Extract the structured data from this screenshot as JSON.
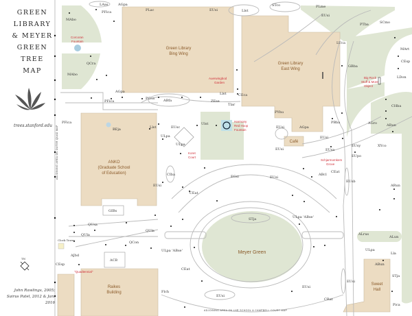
{
  "title": {
    "lines": [
      "GREEN",
      "LIBRARY",
      "& MEYER",
      "GREEN",
      "TREE",
      "MAP"
    ]
  },
  "website": "trees.stanford.edu",
  "credits": [
    "John Rawlings, 2005;",
    "Sairus Patel, 2012 & Jan. 2016"
  ],
  "north_label": "TN",
  "side_notes": {
    "left": "ADJOINING AREA ON OUTER QUAD MAP",
    "bottom": "ADJOINING AREA ON LHR SCHOOL & CAMPBELL COURT MAP"
  },
  "buildings": {
    "bing_wing": [
      "Green Library",
      "Bing Wing"
    ],
    "east_wing": [
      "Green Library",
      "East Wing"
    ],
    "anko": [
      "ANKO",
      "(Graduate School",
      "of Education)"
    ],
    "raikes": [
      "Raikes",
      "Building"
    ],
    "sweet_hall": [
      "Sweet",
      "Hall"
    ],
    "cafe": "Café",
    "gibs": "GIBs",
    "acb": "ACB",
    "clock_tower": "Clock Tower"
  },
  "landmarks": {
    "meyer_green": "Meyer Green",
    "fountain_top": [
      "Corcoran",
      "Fountain"
    ],
    "garden": [
      "Auerwingbod",
      "Garden"
    ],
    "red_hoop": [
      "Harmony",
      "Red Hoop",
      "Fountain"
    ],
    "koret": [
      "Koret",
      "Court"
    ],
    "big_rock": [
      "Big Rock",
      "Stuff & More",
      "Object"
    ],
    "grove": [
      "Schjarmomkem",
      "Grove"
    ],
    "quad": "\"Quadtennial\""
  },
  "trees": [
    "LAas",
    "PFica",
    "AGpa",
    "MAbo",
    "QCra",
    "MAbo",
    "AGpa",
    "PFica",
    "PFica",
    "BEja",
    "PLac",
    "EUsi",
    "Llst",
    "STco",
    "PLme",
    "EUsi",
    "PTba",
    "SCmo",
    "LUca",
    "MArt",
    "CEsp",
    "LDon",
    "GBba",
    "CHba",
    "AGro",
    "ARun",
    "PCca",
    "ABfa",
    "ZEse",
    "Llst",
    "CEca",
    "Tlar",
    "Llst",
    "EUsc",
    "Ulst",
    "ULpa",
    "ULpa",
    "CIba",
    "EUsi",
    "CEat",
    "EGsi",
    "EUsi",
    "PYhu",
    "EUsi",
    "AGpa",
    "EUsi",
    "PBba",
    "EUsi",
    "EUsa",
    "EUsy",
    "XYco",
    "EUpo",
    "ABcl",
    "CEat",
    "EUsb",
    "ARun",
    "QUsa",
    "QUla",
    "QCon",
    "QUla",
    "AJbd",
    "CEsp",
    "STja",
    "ULpa 'ABse'",
    "ULpa 'ABse'",
    "CEat",
    "Flch",
    "EUsi",
    "ALrus",
    "ALun",
    "ULpa",
    "Lla",
    "ABun",
    "EUsi",
    "STja",
    "CRat",
    "Pica",
    "EUsi"
  ]
}
